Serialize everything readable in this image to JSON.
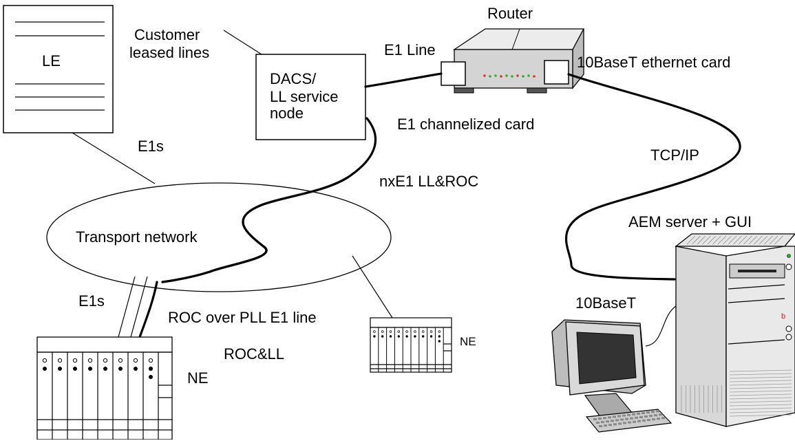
{
  "labels": {
    "le": "LE",
    "customer_leased_lines_1": "Customer",
    "customer_leased_lines_2": "leased lines",
    "dacs_1": "DACS/",
    "dacs_2": "LL service",
    "dacs_3": "node",
    "router": "Router",
    "e1_line": "E1 Line",
    "ethernet_card": "10BaseT ethernet card",
    "e1_channelized": "E1 channelized card",
    "e1s_top": "E1s",
    "tcpip": "TCP/IP",
    "nxe1": "nxE1 LL&ROC",
    "aem_server": "AEM server + GUI",
    "transport_network": "Transport network",
    "e1s_bottom": "E1s",
    "roc_over_pll": "ROC over PLL E1 line",
    "roc_ll": "ROC&LL",
    "ne_large": "NE",
    "ne_small": "NE",
    "tenbase_t": "10BaseT"
  }
}
